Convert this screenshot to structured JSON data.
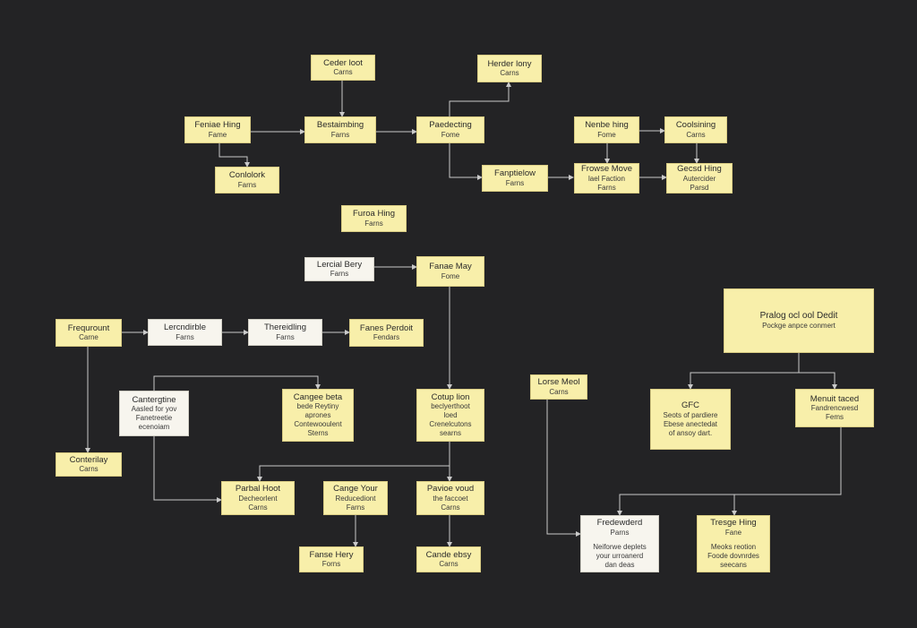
{
  "nodes": [
    {
      "id": "n1",
      "lines": [
        "Ceder loot",
        "Carns"
      ]
    },
    {
      "id": "n2",
      "lines": [
        "Herder lony",
        "Carns"
      ]
    },
    {
      "id": "n3",
      "lines": [
        "Feniae Hing",
        "Fame"
      ]
    },
    {
      "id": "n4",
      "lines": [
        "Bestaimbing",
        "Farns"
      ]
    },
    {
      "id": "n5",
      "lines": [
        "Paedecting",
        "Fome"
      ]
    },
    {
      "id": "n6",
      "lines": [
        "Nenbe hing",
        "Fome"
      ]
    },
    {
      "id": "n7",
      "lines": [
        "Coolsining",
        "Carns"
      ]
    },
    {
      "id": "n8",
      "lines": [
        "Conlolork",
        "Farns"
      ]
    },
    {
      "id": "n9",
      "lines": [
        "Fanptielow",
        "Farns"
      ]
    },
    {
      "id": "n10",
      "lines": [
        "Frowse Move",
        "lael Faction",
        "Farns"
      ]
    },
    {
      "id": "n11",
      "lines": [
        "Gecsd Hing",
        "Autercider",
        "Parsd"
      ]
    },
    {
      "id": "n12",
      "lines": [
        "Furoa Hing",
        "Farns"
      ]
    },
    {
      "id": "n13",
      "lines": [
        "Lercial Bery",
        "Farns"
      ]
    },
    {
      "id": "n14",
      "lines": [
        "Fanae May",
        "Fome"
      ]
    },
    {
      "id": "n15",
      "lines": [
        "Frequrount",
        "Carne"
      ]
    },
    {
      "id": "n16",
      "lines": [
        "Lercndirble",
        "Farns"
      ]
    },
    {
      "id": "n17",
      "lines": [
        "Thereidling",
        "Farns"
      ]
    },
    {
      "id": "n18",
      "lines": [
        "Fanes Perdoit",
        "Fendars"
      ]
    },
    {
      "id": "n19",
      "lines": [
        "Pralog ocl ool Dedit",
        "Pockge anpce conmert"
      ]
    },
    {
      "id": "n20",
      "lines": [
        "Cantergtine",
        "Aasled for yov",
        "Fanetreetie",
        "ecenoiam"
      ]
    },
    {
      "id": "n21",
      "lines": [
        "Cangee beta",
        "bede Reytiny",
        "aprones",
        "Contewooulent",
        "Sterns"
      ]
    },
    {
      "id": "n22",
      "lines": [
        "Cotup lion",
        "beclyerthoot",
        "loed",
        "Crenelcutons",
        "searns"
      ]
    },
    {
      "id": "n23",
      "lines": [
        "Lorse Meol",
        "Carns"
      ]
    },
    {
      "id": "n24",
      "lines": [
        "GFC",
        "Seots of pardiere",
        "Ebese anectedat",
        "of ansoy dart."
      ]
    },
    {
      "id": "n25",
      "lines": [
        "Menuit taced",
        "Fandrencwesd",
        "Fems"
      ]
    },
    {
      "id": "n26",
      "lines": [
        "Conterilay",
        "Carns"
      ]
    },
    {
      "id": "n27",
      "lines": [
        "Parbal Hoot",
        "Decheorlent",
        "Carns"
      ]
    },
    {
      "id": "n28",
      "lines": [
        "Cange Your",
        "Reducediont",
        "Farns"
      ]
    },
    {
      "id": "n29",
      "lines": [
        "Pavioe voud",
        "the faccoet",
        "Carns"
      ]
    },
    {
      "id": "n30",
      "lines": [
        "Fredewderd",
        "Parns",
        "",
        "Neiforwe deplets",
        "your urroanerd",
        "dan deas"
      ]
    },
    {
      "id": "n31",
      "lines": [
        "Tresge Hing",
        "Fane",
        "",
        "Meoks reotion",
        "Foode dovnrdes",
        "seecans"
      ]
    },
    {
      "id": "n32",
      "lines": [
        "Fanse Hery",
        "Forns"
      ]
    },
    {
      "id": "n33",
      "lines": [
        "Cande ebsy",
        "Carns"
      ]
    }
  ],
  "colors": {
    "background": "#232325",
    "node_fill": "#f8efaa",
    "node_fill_white": "#f7f5ee",
    "edge": "#c9c9c9"
  }
}
